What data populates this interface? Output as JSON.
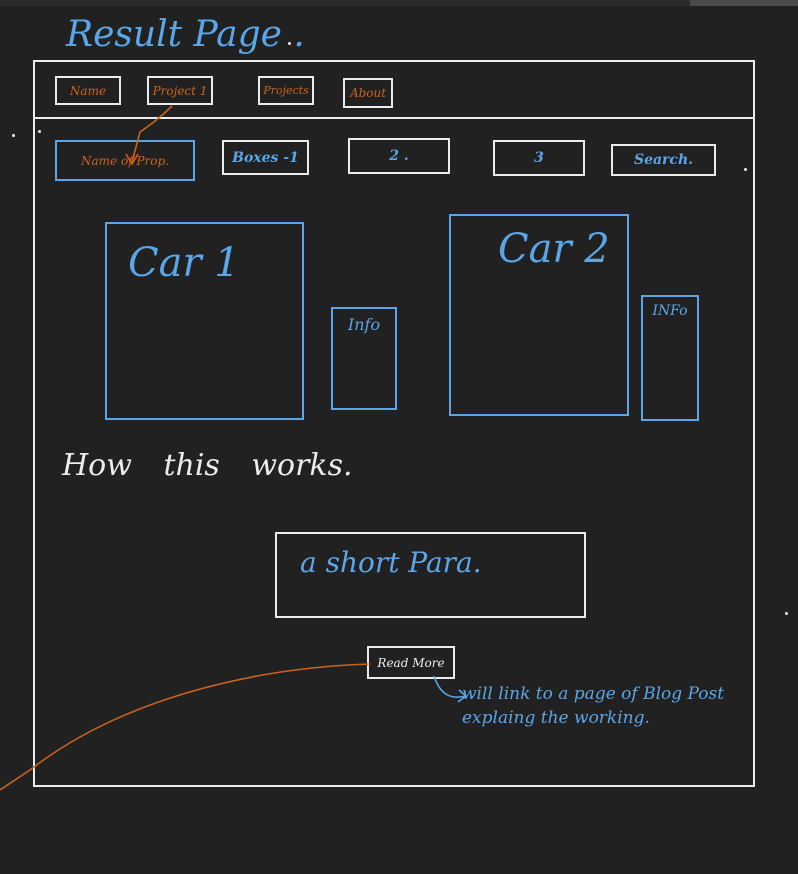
{
  "title": "Result Page .",
  "nav": {
    "items": [
      "Name",
      "Project 1",
      "Projects",
      "About"
    ]
  },
  "filters": {
    "name_of_prop": "Name of Prop.",
    "boxes_1": "Boxes -1",
    "box_2": "2 .",
    "box_3": "3",
    "search": "Search."
  },
  "cards": {
    "car1": "Car 1",
    "car2": "Car 2",
    "info1": "Info",
    "info2": "INFo"
  },
  "section": {
    "heading": "How this works.",
    "paragraph": "a short Para."
  },
  "read_more": "Read More",
  "annotation": {
    "note": "will link to a page of Blog Post explaing the working."
  },
  "colors": {
    "background": "#212121",
    "sketch_white": "#ececec",
    "sketch_blue": "#5aa6e8",
    "sketch_orange": "#c8641e"
  }
}
